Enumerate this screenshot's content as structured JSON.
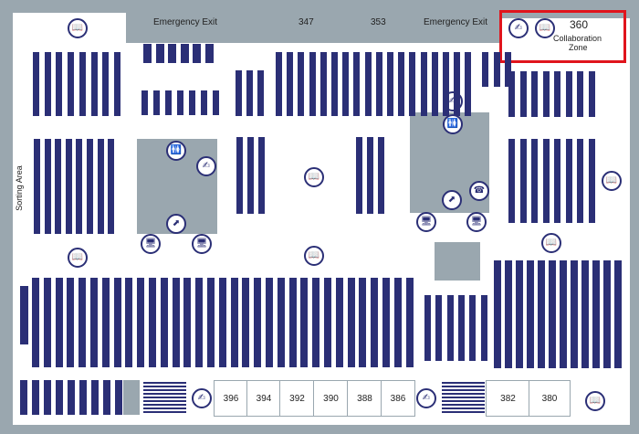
{
  "labels": {
    "emergency_exit_1": "Emergency Exit",
    "room_347": "347",
    "room_353": "353",
    "emergency_exit_2": "Emergency Exit",
    "sorting_area": "Sorting Area",
    "collab_number": "360",
    "collab_name_1": "Collaboration",
    "collab_name_2": "Zone"
  },
  "rooms": [
    "396",
    "394",
    "392",
    "390",
    "388",
    "386",
    "382",
    "380"
  ],
  "colors": {
    "shelf": "#2b2f76",
    "wall": "#9aa7af",
    "highlight": "#e0141c"
  },
  "icons": {
    "book": "📖",
    "restroom": "🚻",
    "stairs": "⬈",
    "computer": "🖥",
    "phone": "☎",
    "study": "✍"
  }
}
